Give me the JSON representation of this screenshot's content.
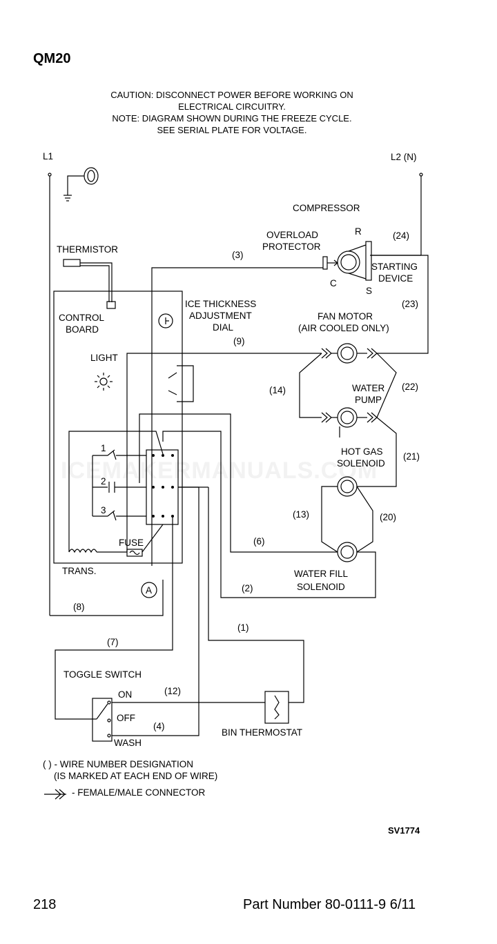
{
  "header": {
    "title": "QM20"
  },
  "caution": {
    "line1": "CAUTION: DISCONNECT POWER BEFORE WORKING ON",
    "line2": "ELECTRICAL CIRCUITRY.",
    "line3": "NOTE: DIAGRAM SHOWN DURING THE FREEZE CYCLE.",
    "line4": "SEE SERIAL PLATE FOR VOLTAGE."
  },
  "watermark": "ICEMAKERMANUALS.COM",
  "labels": {
    "l1": "L1",
    "l2": "L2 (N)",
    "compressor": "COMPRESSOR",
    "r": "R",
    "c": "C",
    "s": "S",
    "overload1": "OVERLOAD",
    "overload2": "PROTECTOR",
    "starting1": "STARTING",
    "starting2": "DEVICE",
    "thermistor": "THERMISTOR",
    "control1": "CONTROL",
    "control2": "BOARD",
    "ice1": "ICE THICKNESS",
    "ice2": "ADJUSTMENT",
    "ice3": "DIAL",
    "fan1": "FAN MOTOR",
    "fan2": "(AIR COOLED ONLY)",
    "light": "LIGHT",
    "pump1": "WATER",
    "pump2": "PUMP",
    "hotgas1": "HOT GAS",
    "hotgas2": "SOLENOID",
    "fill1": "WATER FILL",
    "fill2": "SOLENOID",
    "fuse": "FUSE",
    "trans": "TRANS.",
    "relay1": "1",
    "relay2": "2",
    "relay3": "3",
    "a": "A",
    "toggle": "TOGGLE SWITCH",
    "on": "ON",
    "off": "OFF",
    "wash": "WASH",
    "binthermo": "BIN THERMOSTAT"
  },
  "wires": {
    "w1": "(1)",
    "w2": "(2)",
    "w3": "(3)",
    "w4": "(4)",
    "w6": "(6)",
    "w7": "(7)",
    "w8": "(8)",
    "w9": "(9)",
    "w12": "(12)",
    "w13": "(13)",
    "w14": "(14)",
    "w20": "(20)",
    "w21": "(21)",
    "w22": "(22)",
    "w23": "(23)",
    "w24": "(24)"
  },
  "legend": {
    "line1": "( ) - WIRE NUMBER DESIGNATION",
    "line2": "(IS MARKED AT EACH END OF WIRE)",
    "line3": "- FEMALE/MALE CONNECTOR"
  },
  "footer": {
    "sv": "SV1774",
    "page": "218",
    "part": "Part Number 80-0111-9 6/11"
  }
}
